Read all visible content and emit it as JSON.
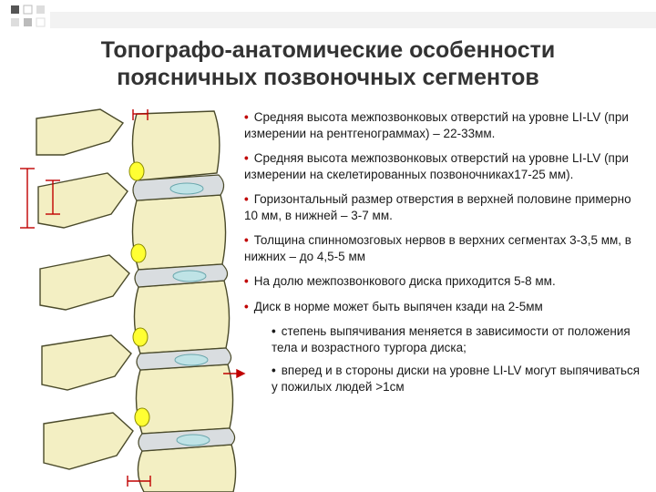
{
  "slide": {
    "title_line1": "Топографо-анатомические особенности",
    "title_line2": "поясничных позвоночных сегментов"
  },
  "bullets": [
    "Средняя высота межпозвонковых отверстий на уровне LI-LV (при измерении на рентгенограммах) – 22-33мм.",
    "Средняя высота межпозвонковых отверстий на уровне LI-LV (при измерении на скелетированных позвоночниках17-25 мм).",
    "Горизонтальный размер отверстия в верхней половине примерно 10 мм, в нижней – 3-7 мм.",
    "Толщина спинномозговых нервов в верхних сегментах 3-3,5 мм, в нижних – до 4,5-5 мм",
    "На долю межпозвонкового диска приходится 5-8 мм.",
    "Диск в норме может быть выпячен кзади на 2-5мм"
  ],
  "sub_bullets": [
    "степень выпячивания меняется в зависимости от положения тела и возрастного тургора диска;",
    "вперед и в стороны диски на уровне LI-LV могут выпячиваться у пожилых людей >1см"
  ],
  "colors": {
    "bone": "#f3efc3",
    "bone_outline": "#4a4a2a",
    "disc": "#d9dde0",
    "nerve": "#ffff33",
    "nucleus": "#bfe3e6",
    "arrow": "#c00000",
    "bullet": "#c00000"
  }
}
